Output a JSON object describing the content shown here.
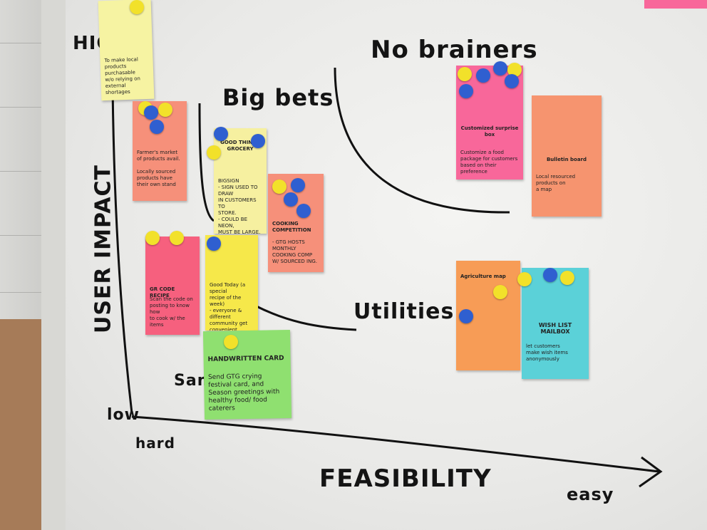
{
  "axes": {
    "y_label": "USER IMPACT",
    "y_high": "HIG",
    "y_low": "low",
    "x_label": "FEASIBILITY",
    "x_low": "hard",
    "x_high": "easy"
  },
  "quadrants": {
    "top_right": "No brainers",
    "top_left": "Big bets",
    "bottom_right": "Utilities",
    "bottom_left": "Same"
  },
  "notes": {
    "n1": "To make local\nproducts purchasable\nw/o relying on\nexternal shortages",
    "n2": "Farmer's market\nof products avail.\n\nLocally sourced\nproducts have\ntheir own stand",
    "n3_title": "GOOD THINGS GROCERY",
    "n3": "BIGSIGN\n- SIGN USED TO DRAW\nIN CUSTOMERS TO\nSTORE.\n- COULD BE NEON,\nMUST BE LARGE.",
    "n4_title": "COOKING COMPETITION",
    "n4": "- GTG HOSTS MONTHLY\nCOOKING COMP\nW/ SOURCED ING.",
    "n5_title": "GR CODE RECIPE",
    "n5": "Scan the code on\nposting to know how\nto cook w/ the items",
    "n6": "Good Today (a special\nrecipe of the week)\n- everyone & different\ncommunity get\nconvenient supply\nlet the customer\ntake a sample",
    "n7_title": "HANDWRITTEN CARD",
    "n7": "Send GTG crying\nfestival card, and\nSeason greetings with\nhealthy food/ food caterers",
    "n8_title": "Customized surprise box",
    "n8": "Customize a food\npackage for customers\nbased on their preference",
    "n9_title": "Bulletin board",
    "n9": "Local resourced\nproducts on\na map",
    "n10_title": "Agriculture map",
    "n11_title": "WISH LIST MAILBOX",
    "n11": "let customers\nmake wish items\nanonymously"
  }
}
